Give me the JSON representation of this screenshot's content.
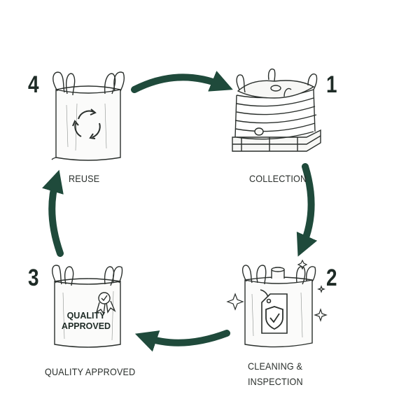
{
  "steps": [
    {
      "number": "1",
      "label": "COLLECTION"
    },
    {
      "number": "2",
      "label_line1": "CLEANING &",
      "label_line2": "INSPECTION"
    },
    {
      "number": "3",
      "label": "QUALITY APPROVED",
      "bag_text_line1": "QUALITY",
      "bag_text_line2": "APPROVED"
    },
    {
      "number": "4",
      "label": "REUSE"
    }
  ],
  "colors": {
    "arrow": "#1f4a3b",
    "ink": "#2a2f2c",
    "number": "#1e2b26"
  },
  "icons": [
    "recycle-icon",
    "shield-check-icon",
    "award-ribbon-icon",
    "sparkle-icon"
  ]
}
